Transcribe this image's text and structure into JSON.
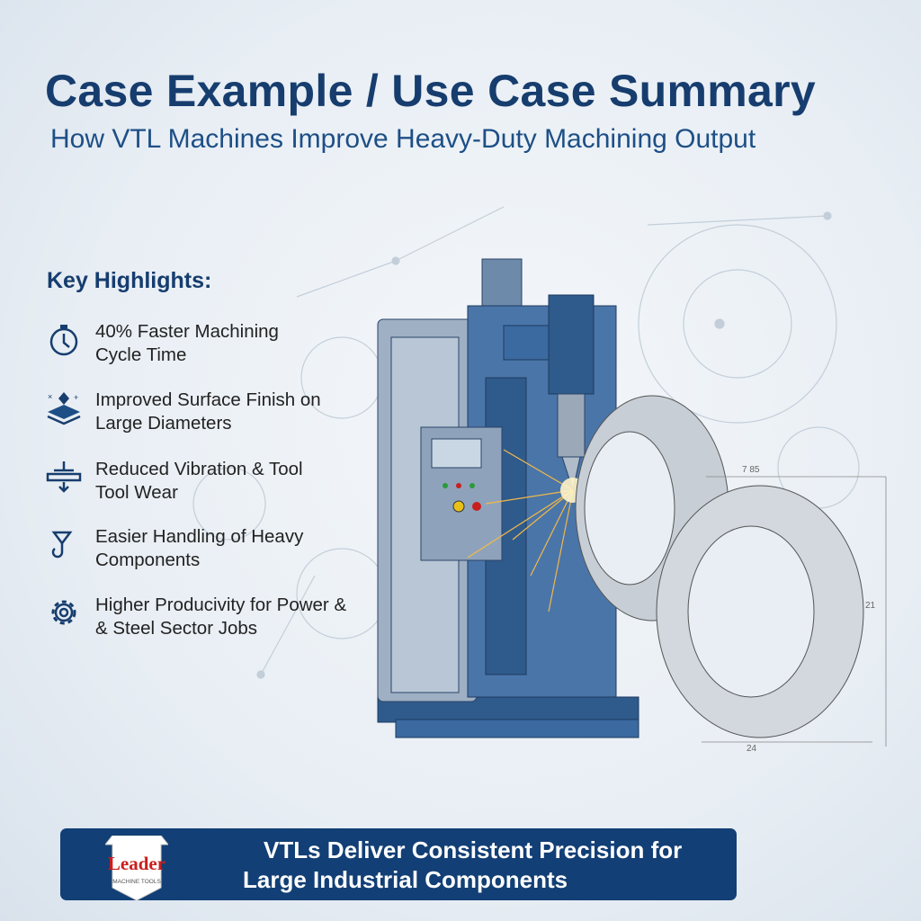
{
  "header": {
    "title": "Case Example / Use Case Summary",
    "subtitle": "How VTL Machines Improve Heavy-Duty Machining Output"
  },
  "highlights": {
    "heading": "Key Highlights:",
    "items": [
      {
        "icon": "stopwatch-icon",
        "line1": "40% Faster Machining",
        "line2": "Cycle Time"
      },
      {
        "icon": "surface-finish-icon",
        "line1": "Improved Surface Finish on",
        "line2": "Large Diameters"
      },
      {
        "icon": "vibration-damping-icon",
        "line1": "Reduced Vibration & Tool",
        "line2": "Tool Wear"
      },
      {
        "icon": "crane-hook-icon",
        "line1": "Easier Handling of Heavy",
        "line2": "Components"
      },
      {
        "icon": "gear-icon",
        "line1": "Higher Producivity for Power &",
        "line2": "& Steel Sector Jobs"
      }
    ]
  },
  "drawing": {
    "dim_top": "7 85",
    "dim_right": "21",
    "dim_bottom": "24"
  },
  "banner": {
    "line1": "VTLs Deliver Consistent Precision for",
    "line2": "Large Industrial Components",
    "logo": {
      "name": "Leader",
      "tagline": "MACHINE TOOLS"
    }
  },
  "colors": {
    "navy": "#163d6e",
    "banner": "#123f75",
    "logo_red": "#c8201e"
  }
}
